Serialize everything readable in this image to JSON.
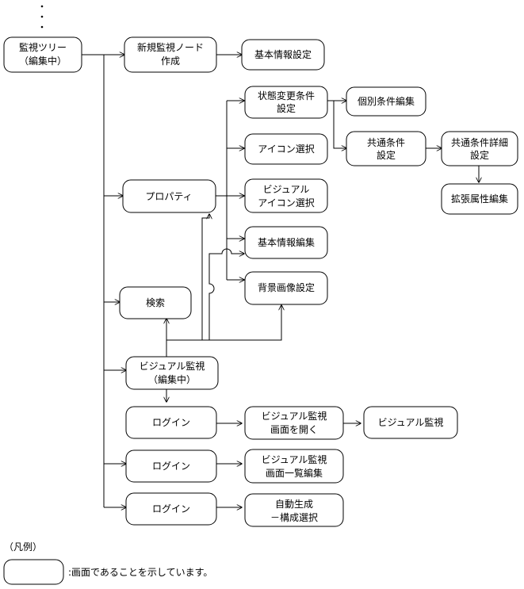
{
  "nodes": {
    "monitor_tree": [
      "監視ツリー",
      "（編集中）"
    ],
    "new_monitor_node": [
      "新規監視ノード",
      "作成"
    ],
    "basic_info_setting": [
      "基本情報設定"
    ],
    "state_change_condition": [
      "状態変更条件",
      "設定"
    ],
    "individual_condition_edit": [
      "個別条件編集"
    ],
    "common_condition": [
      "共通条件",
      "設定"
    ],
    "common_condition_detail": [
      "共通条件詳細",
      "設定"
    ],
    "extended_attribute_edit": [
      "拡張属性編集"
    ],
    "icon_select": [
      "アイコン選択"
    ],
    "properties": [
      "プロパティ"
    ],
    "visual_icon_select": [
      "ビジュアル",
      "アイコン選択"
    ],
    "basic_info_edit": [
      "基本情報編集"
    ],
    "search": [
      "検索"
    ],
    "background_image_setting": [
      "背景画像設定"
    ],
    "visual_monitor_editing": [
      "ビジュアル監視",
      "（編集中）"
    ],
    "login_1": [
      "ログイン"
    ],
    "open_visual_screen": [
      "ビジュアル監視",
      "画面を開く"
    ],
    "visual_monitor": [
      "ビジュアル監視"
    ],
    "login_2": [
      "ログイン"
    ],
    "visual_screen_list_edit": [
      "ビジュアル監視",
      "画面一覧編集"
    ],
    "login_3": [
      "ログイン"
    ],
    "auto_generate": [
      "自動生成",
      "－構成選択"
    ]
  },
  "legend": {
    "title": "（凡例）",
    "description": ":画面であることを示しています。"
  }
}
